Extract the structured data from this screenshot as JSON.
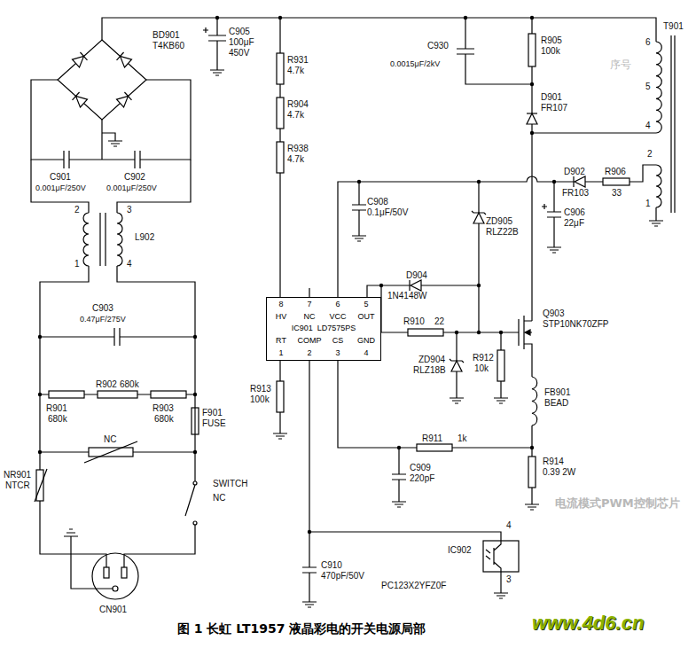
{
  "diagram": {
    "caption": "图 1 长虹 LT1957 液晶彩电的开关电源局部",
    "nodes": [
      {
        "text": [
          "8",
          "7",
          "6",
          "5",
          "HV",
          "NC",
          "VCC",
          "OUT",
          "IC901",
          "LD7575PS",
          "RT",
          "COMP",
          "CS",
          "GND",
          "1",
          "2",
          "3",
          "4"
        ]
      }
    ],
    "labels": [
      "BD901",
      "T4KB60",
      "C905",
      "100μF",
      "450V",
      "C901",
      "0.001μF/250V",
      "C902",
      "0.001μF/250V",
      "L902",
      "2",
      "3",
      "1",
      "4",
      "C903",
      "0.47μF/275V",
      "R902",
      "680k",
      "R901",
      "680k",
      "R903",
      "680k",
      "F901",
      "FUSE",
      "NC",
      "NR901",
      "NTCR",
      "SWITCH",
      "NC",
      "CN901",
      "R931",
      "4.7k",
      "R904",
      "4.7k",
      "R938",
      "4.7k",
      "C930",
      "0.0015μF/2kV",
      "R905",
      "100k",
      "D901",
      "FR107",
      "T901",
      "6",
      "5",
      "4",
      "2",
      "1",
      "D902",
      "FR103",
      "R906",
      "33",
      "C906",
      "22μF",
      "C908",
      "0.1μF/50V",
      "ZD905",
      "RLZ22B",
      "D904",
      "1N4148W",
      "R910",
      "22",
      "Q903",
      "STP10NK70ZFP",
      "R912",
      "10k",
      "ZD904",
      "RLZ18B",
      "FB901",
      "BEAD",
      "R911",
      "1k",
      "C909",
      "220pF",
      "R914",
      "0.39 2W",
      "IC902",
      "PC123X2YFZ0F",
      "4",
      "3",
      "R913",
      "100k",
      "C910",
      "470pF/50V",
      "序号",
      "电流模式PWM控制芯片",
      "www.4d6.cn"
    ]
  }
}
